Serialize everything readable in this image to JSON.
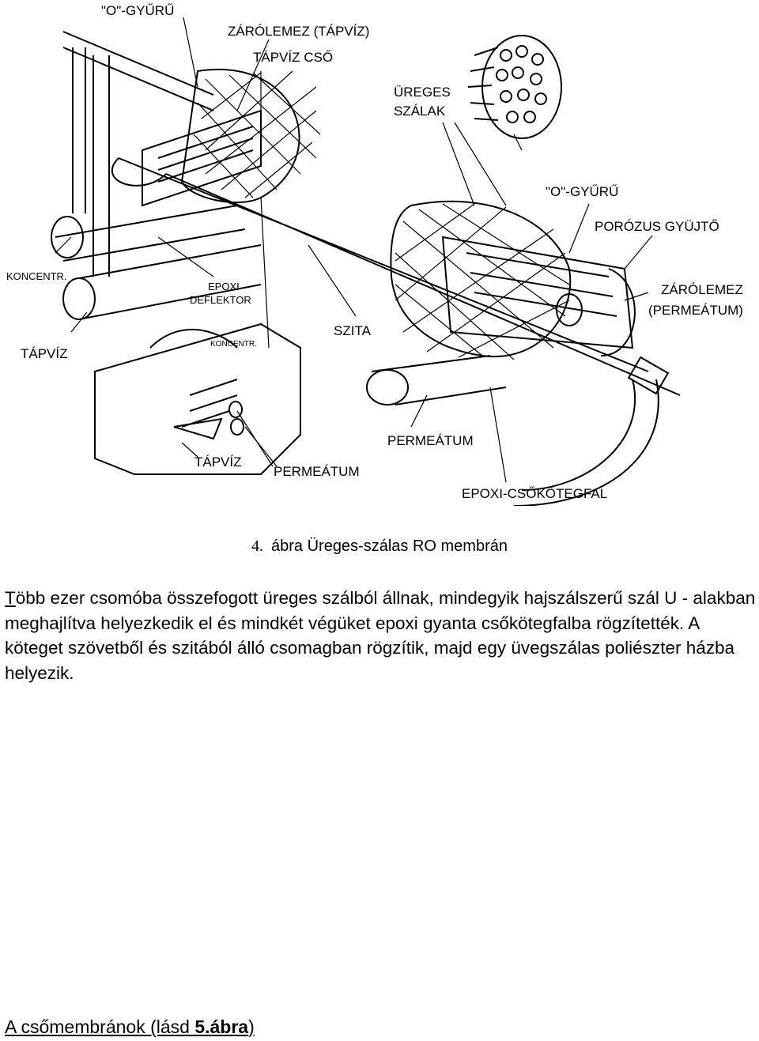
{
  "figure": {
    "labels": {
      "o_ring_top": "\"O\"-GYŰRŰ",
      "end_plate_feed": "ZÁRÓLEMEZ (TÁPVÍZ)",
      "feed_tube": "TÁPVÍZ CSŐ",
      "hollow_fibers_1": "ÜREGES",
      "hollow_fibers_2": "SZÁLAK",
      "o_ring_right": "\"O\"-GYŰRŰ",
      "porous_collector": "PORÓZUS GYÜJTŐ",
      "end_plate_perm_1": "ZÁRÓLEMEZ",
      "end_plate_perm_2": "(PERMEÁTUM)",
      "concentrate": "KONCENTR.",
      "epoxy_1": "EPOXI",
      "epoxy_2": "DEFLEKTOR",
      "feed_left": "TÁPVÍZ",
      "screen": "SZITA",
      "concentrate_small": "KONCENTR.",
      "feed_bottom": "TÁPVÍZ",
      "permeate_bottom": "PERMEÁTUM",
      "permeate_right": "PERMEÁTUM",
      "epoxy_tubesheet": "EPOXI-CSŐKÖTEGFAL"
    }
  },
  "caption": {
    "number": "4.",
    "text": "ábra Üreges-szálas RO membrán"
  },
  "paragraph": {
    "first_letter": "T",
    "text": "öbb ezer csomóba összefogott üreges szálból állnak, mindegyik hajszálszerű szál U - alakban meghajlítva helyezkedik el és mindkét végüket epoxi gyanta csőkötegfalba rögzítették. A köteget szövetből és szitából álló csomagban rögzítik, majd egy üvegszálas poliészter házba helyezik."
  },
  "footer": {
    "text": "A csőmembránok (lásd ",
    "bold": "5.ábra",
    "close": ")"
  }
}
